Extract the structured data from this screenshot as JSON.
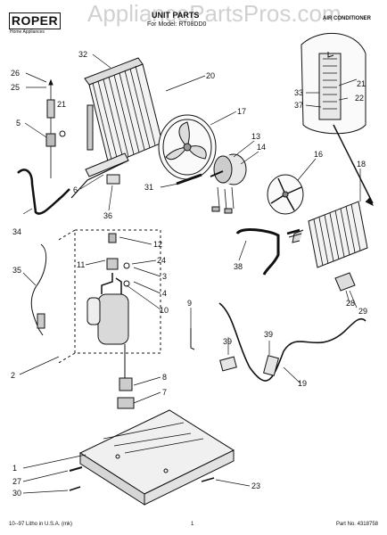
{
  "header": {
    "brand": "ROPER",
    "brand_sub": "Home Appliances",
    "title": "UNIT PARTS",
    "subtitle": "For Model: RT08DD0",
    "category": "AIR CONDITIONER"
  },
  "watermark": "AppliancePartsPros.com",
  "footer": {
    "left": "10--97 Litho in U.S.A. (mk)",
    "center": "1",
    "right": "Part No. 4318758"
  },
  "callouts": [
    "1",
    "2",
    "3",
    "4",
    "5",
    "6",
    "7",
    "8",
    "9",
    "10",
    "11",
    "12",
    "13",
    "14",
    "16",
    "17",
    "18",
    "19",
    "20",
    "21",
    "22",
    "23",
    "24",
    "25",
    "26",
    "27",
    "28",
    "29",
    "30",
    "31",
    "32",
    "33",
    "34",
    "35",
    "36",
    "37",
    "38",
    "39"
  ]
}
